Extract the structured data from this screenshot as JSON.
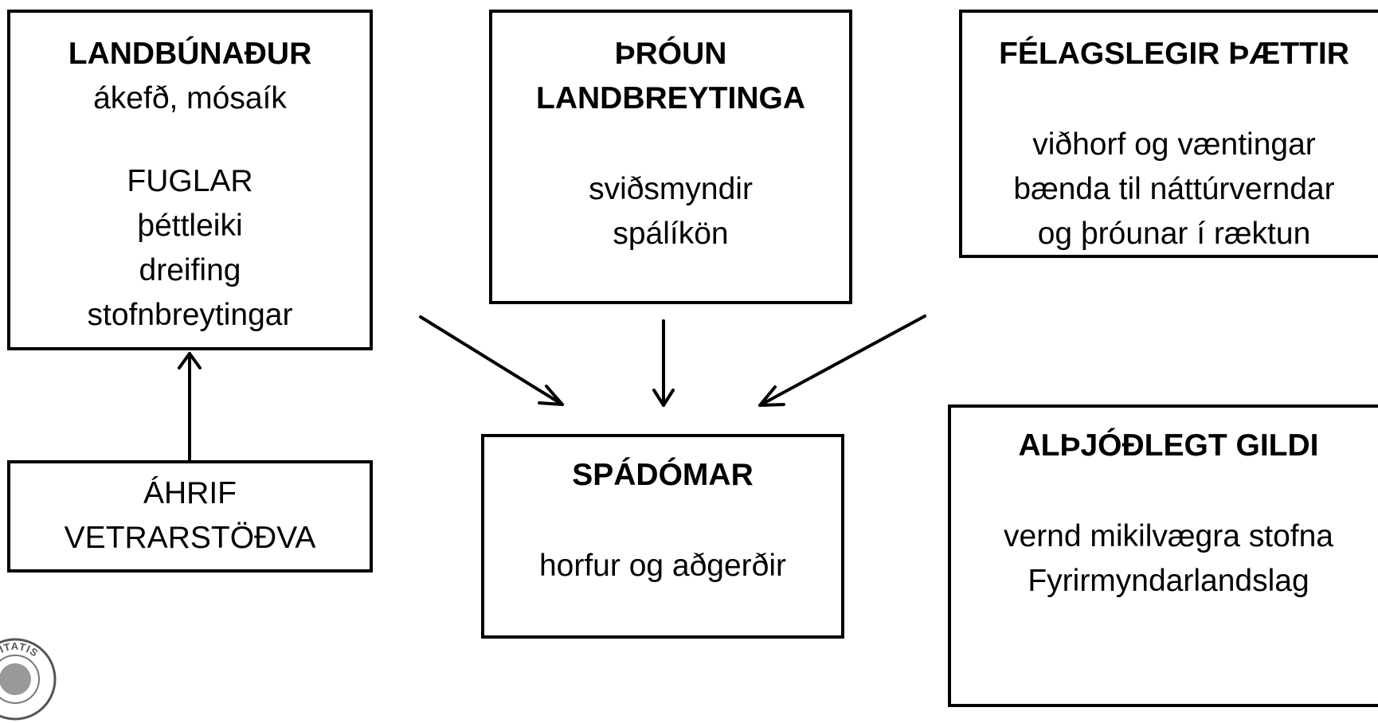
{
  "diagram": {
    "landbunadur": {
      "title": "LANDBÚNAÐUR",
      "subtitle": "ákefð, mósaík",
      "section_title": "FUGLAR",
      "items": [
        "þéttleiki",
        "dreifing",
        "stofnbreytingar"
      ]
    },
    "throun": {
      "title_line1": "ÞRÓUN",
      "title_line2": "LANDBREYTINGA",
      "items": [
        "sviðsmyndir",
        "spálíkön"
      ]
    },
    "felagslegir": {
      "title": "FÉLAGSLEGIR ÞÆTTIR",
      "items": [
        "viðhorf og væntingar",
        "bænda til náttúrverndar",
        "og þróunar í ræktun"
      ]
    },
    "ahrif": {
      "lines": [
        "ÁHRIF",
        "VETRARSTÖÐVA"
      ]
    },
    "spadomar": {
      "title": "SPÁDÓMAR",
      "items": [
        "horfur og aðgerðir"
      ]
    },
    "althjodlegt": {
      "title": "ALÞJÓÐLEGT GILDI",
      "items": [
        "vernd mikilvægra stofna",
        "Fyrirmyndarlandslag"
      ]
    },
    "logo": {
      "text": "SITATIS",
      "name": "university-seal"
    }
  }
}
